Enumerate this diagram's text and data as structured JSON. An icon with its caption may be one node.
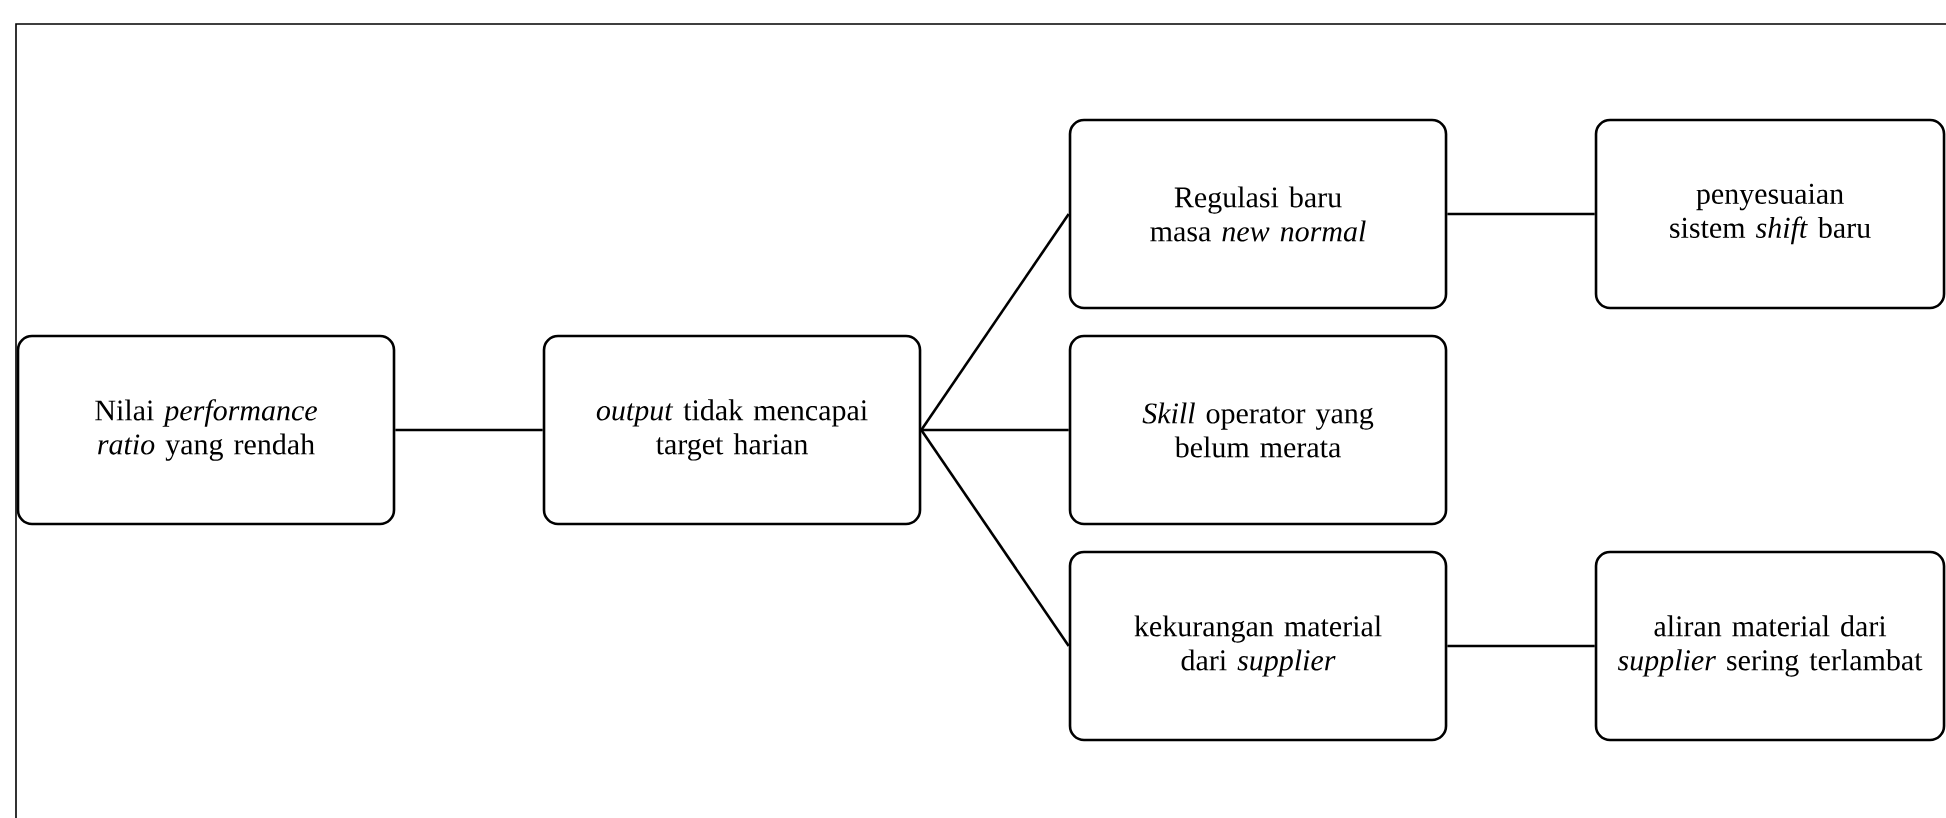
{
  "diagram": {
    "nodes": [
      {
        "text": [
          "Nilai *performance ratio* yang rendah"
        ]
      },
      {
        "text": [
          "*output* tidak mencapai target harian"
        ]
      },
      {
        "text": [
          "Regulasi baru masa *new normal*"
        ]
      },
      {
        "text": [
          "*Skill* operator yang belum merata"
        ]
      },
      {
        "text": [
          "kekurangan material dari *supplier*"
        ]
      },
      {
        "text": [
          "penyesuaian sistem *shift* baru"
        ]
      },
      {
        "text": [
          "aliran material dari *supplier* sering terlambat"
        ]
      }
    ],
    "edges": [
      {
        "from": 0,
        "to": 1,
        "arrow": "none"
      },
      {
        "from": 1,
        "to": 2,
        "arrow": "none"
      },
      {
        "from": 1,
        "to": 3,
        "arrow": "none"
      },
      {
        "from": 1,
        "to": 4,
        "arrow": "none"
      },
      {
        "from": 2,
        "to": 5,
        "arrow": "none"
      },
      {
        "from": 4,
        "to": 6,
        "arrow": "none"
      }
    ]
  }
}
